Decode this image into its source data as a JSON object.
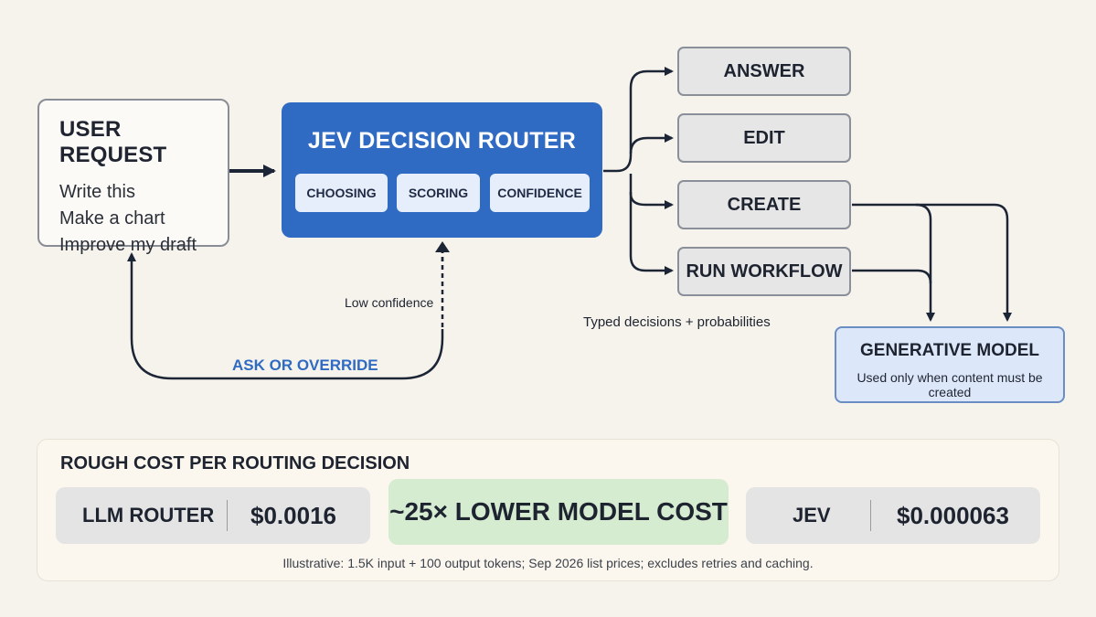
{
  "user_request": {
    "title": "USER REQUEST",
    "lines": [
      "Write this",
      "Make a chart",
      "Improve my draft"
    ]
  },
  "router": {
    "title": "JEV DECISION ROUTER",
    "chips": [
      "CHOOSING",
      "SCORING",
      "CONFIDENCE"
    ]
  },
  "options": [
    "ANSWER",
    "EDIT",
    "CREATE",
    "RUN WORKFLOW"
  ],
  "typed_note": "Typed decisions + probabilities",
  "generative_model": {
    "title": "GENERATIVE MODEL",
    "subtitle": "Used only when content must be created"
  },
  "feedback": {
    "low_confidence": "Low confidence",
    "ask_override": "ASK OR OVERRIDE"
  },
  "cost": {
    "heading": "ROUGH COST PER ROUTING DECISION",
    "llm_label": "LLM ROUTER",
    "llm_value": "$0.0016",
    "savings": "~25× LOWER MODEL COST",
    "jev_label": "JEV",
    "jev_value": "$0.000063",
    "footnote": "Illustrative: 1.5K input + 100 output tokens; Sep 2026 list prices; excludes retries and caching."
  },
  "colors": {
    "accent_blue": "#2f6bc2",
    "background": "#f6f3ec",
    "line_dark": "#1c2536",
    "savings_green": "#d5ecd1",
    "generative_blue": "#dce8fa"
  }
}
